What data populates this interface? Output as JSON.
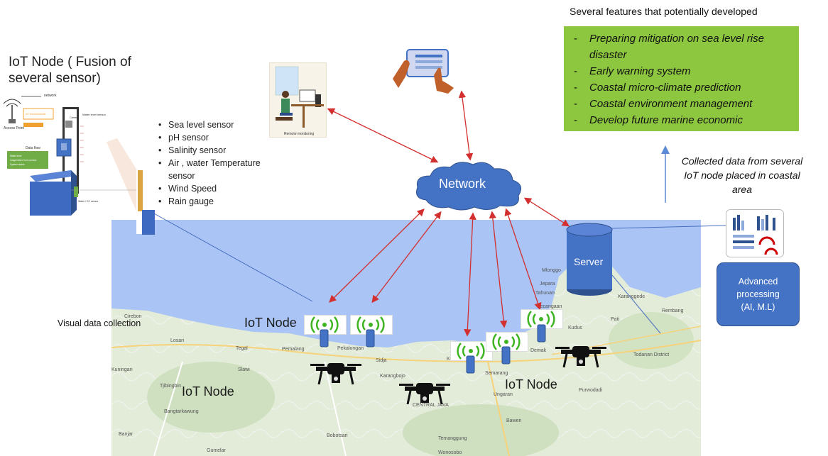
{
  "iot_node_header": "IoT Node ( Fusion of several sensor)",
  "node_diagram_labels": {
    "network": "network",
    "access_point": "Access Point",
    "data_flow": "Data flow",
    "water_level_sensor": "Water level sensor",
    "camera": "Camera",
    "water_ec_sensor": "Water / EC sensor"
  },
  "sensors": [
    "Sea level sensor",
    "pH sensor",
    "Salinity sensor",
    "Air , water Temperature sensor",
    "Wind Speed",
    "Rain gauge"
  ],
  "features": {
    "title": "Several  features that potentially developed",
    "items": [
      "Preparing mitigation  on sea level rise disaster",
      "Early warning system",
      "Coastal micro-climate prediction",
      "Coastal environment management",
      "Develop future marine economic"
    ]
  },
  "collected_data": "Collected data from several IoT node placed in coastal area",
  "network_label": "Network",
  "server_label": "Server",
  "advanced_processing": [
    "Advanced",
    "processing",
    "(AI, M.L)"
  ],
  "remote_monitoring": "Remote monitoring",
  "visual_data_collection": "Visual data collection",
  "iot_node_labels": [
    "IoT Node",
    "IoT Node",
    "IoT Node"
  ],
  "map_places": [
    "Cirebon",
    "Losari",
    "Tegal",
    "Slawi",
    "Pemalang",
    "Pekalongan",
    "Sidja",
    "Karangbojo",
    "Kendal",
    "Semarang",
    "CENTRAL JAVA",
    "Demak",
    "Kudus",
    "Pati",
    "Rembang",
    "Todanan District",
    "Purwodadi",
    "Jepara",
    "Mlonggo",
    "Tahunan",
    "Pecangaan",
    "Karanggede",
    "Bangtarkawung",
    "Bobotsari",
    "Temanggung",
    "Wonosobo",
    "Gumelar",
    "Tjibingbin",
    "Kuningan",
    "Banjar",
    "Bawen",
    "Ungaran"
  ],
  "colors": {
    "sea": "#a9c4f5",
    "land": "#e8efe0",
    "features_bg": "#8dc63f",
    "network_cloud": "#4472c4",
    "server": "#4472c4",
    "arrow": "#d32f2f",
    "wifi": "#3cb521"
  }
}
